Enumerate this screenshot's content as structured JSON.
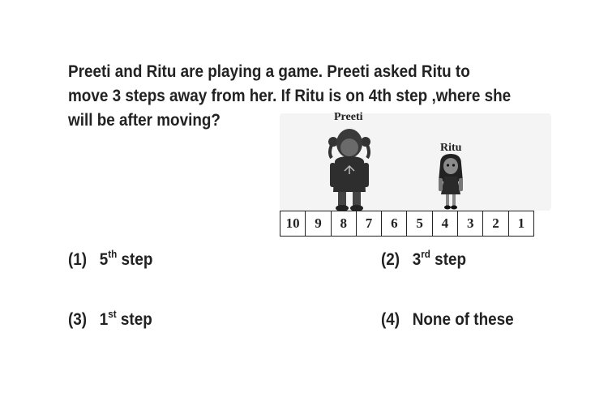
{
  "question": {
    "text": "Preeti and Ritu are playing a game. Preeti  asked Ritu to move 3 steps away from her. If Ritu is on 4th step ,where she will be after moving?"
  },
  "figure": {
    "preeti_label": "Preeti",
    "ritu_label": "Ritu",
    "steps": [
      "10",
      "9",
      "8",
      "7",
      "6",
      "5",
      "4",
      "3",
      "2",
      "1"
    ]
  },
  "options": [
    {
      "number": "(1)",
      "value": "5",
      "suffix": "th",
      "word": "step"
    },
    {
      "number": "(2)",
      "value": "3",
      "suffix": "rd",
      "word": "step"
    },
    {
      "number": "(3)",
      "value": "1",
      "suffix": "st",
      "word": "step"
    },
    {
      "number": "(4)",
      "value": "None of these",
      "suffix": "",
      "word": ""
    }
  ]
}
